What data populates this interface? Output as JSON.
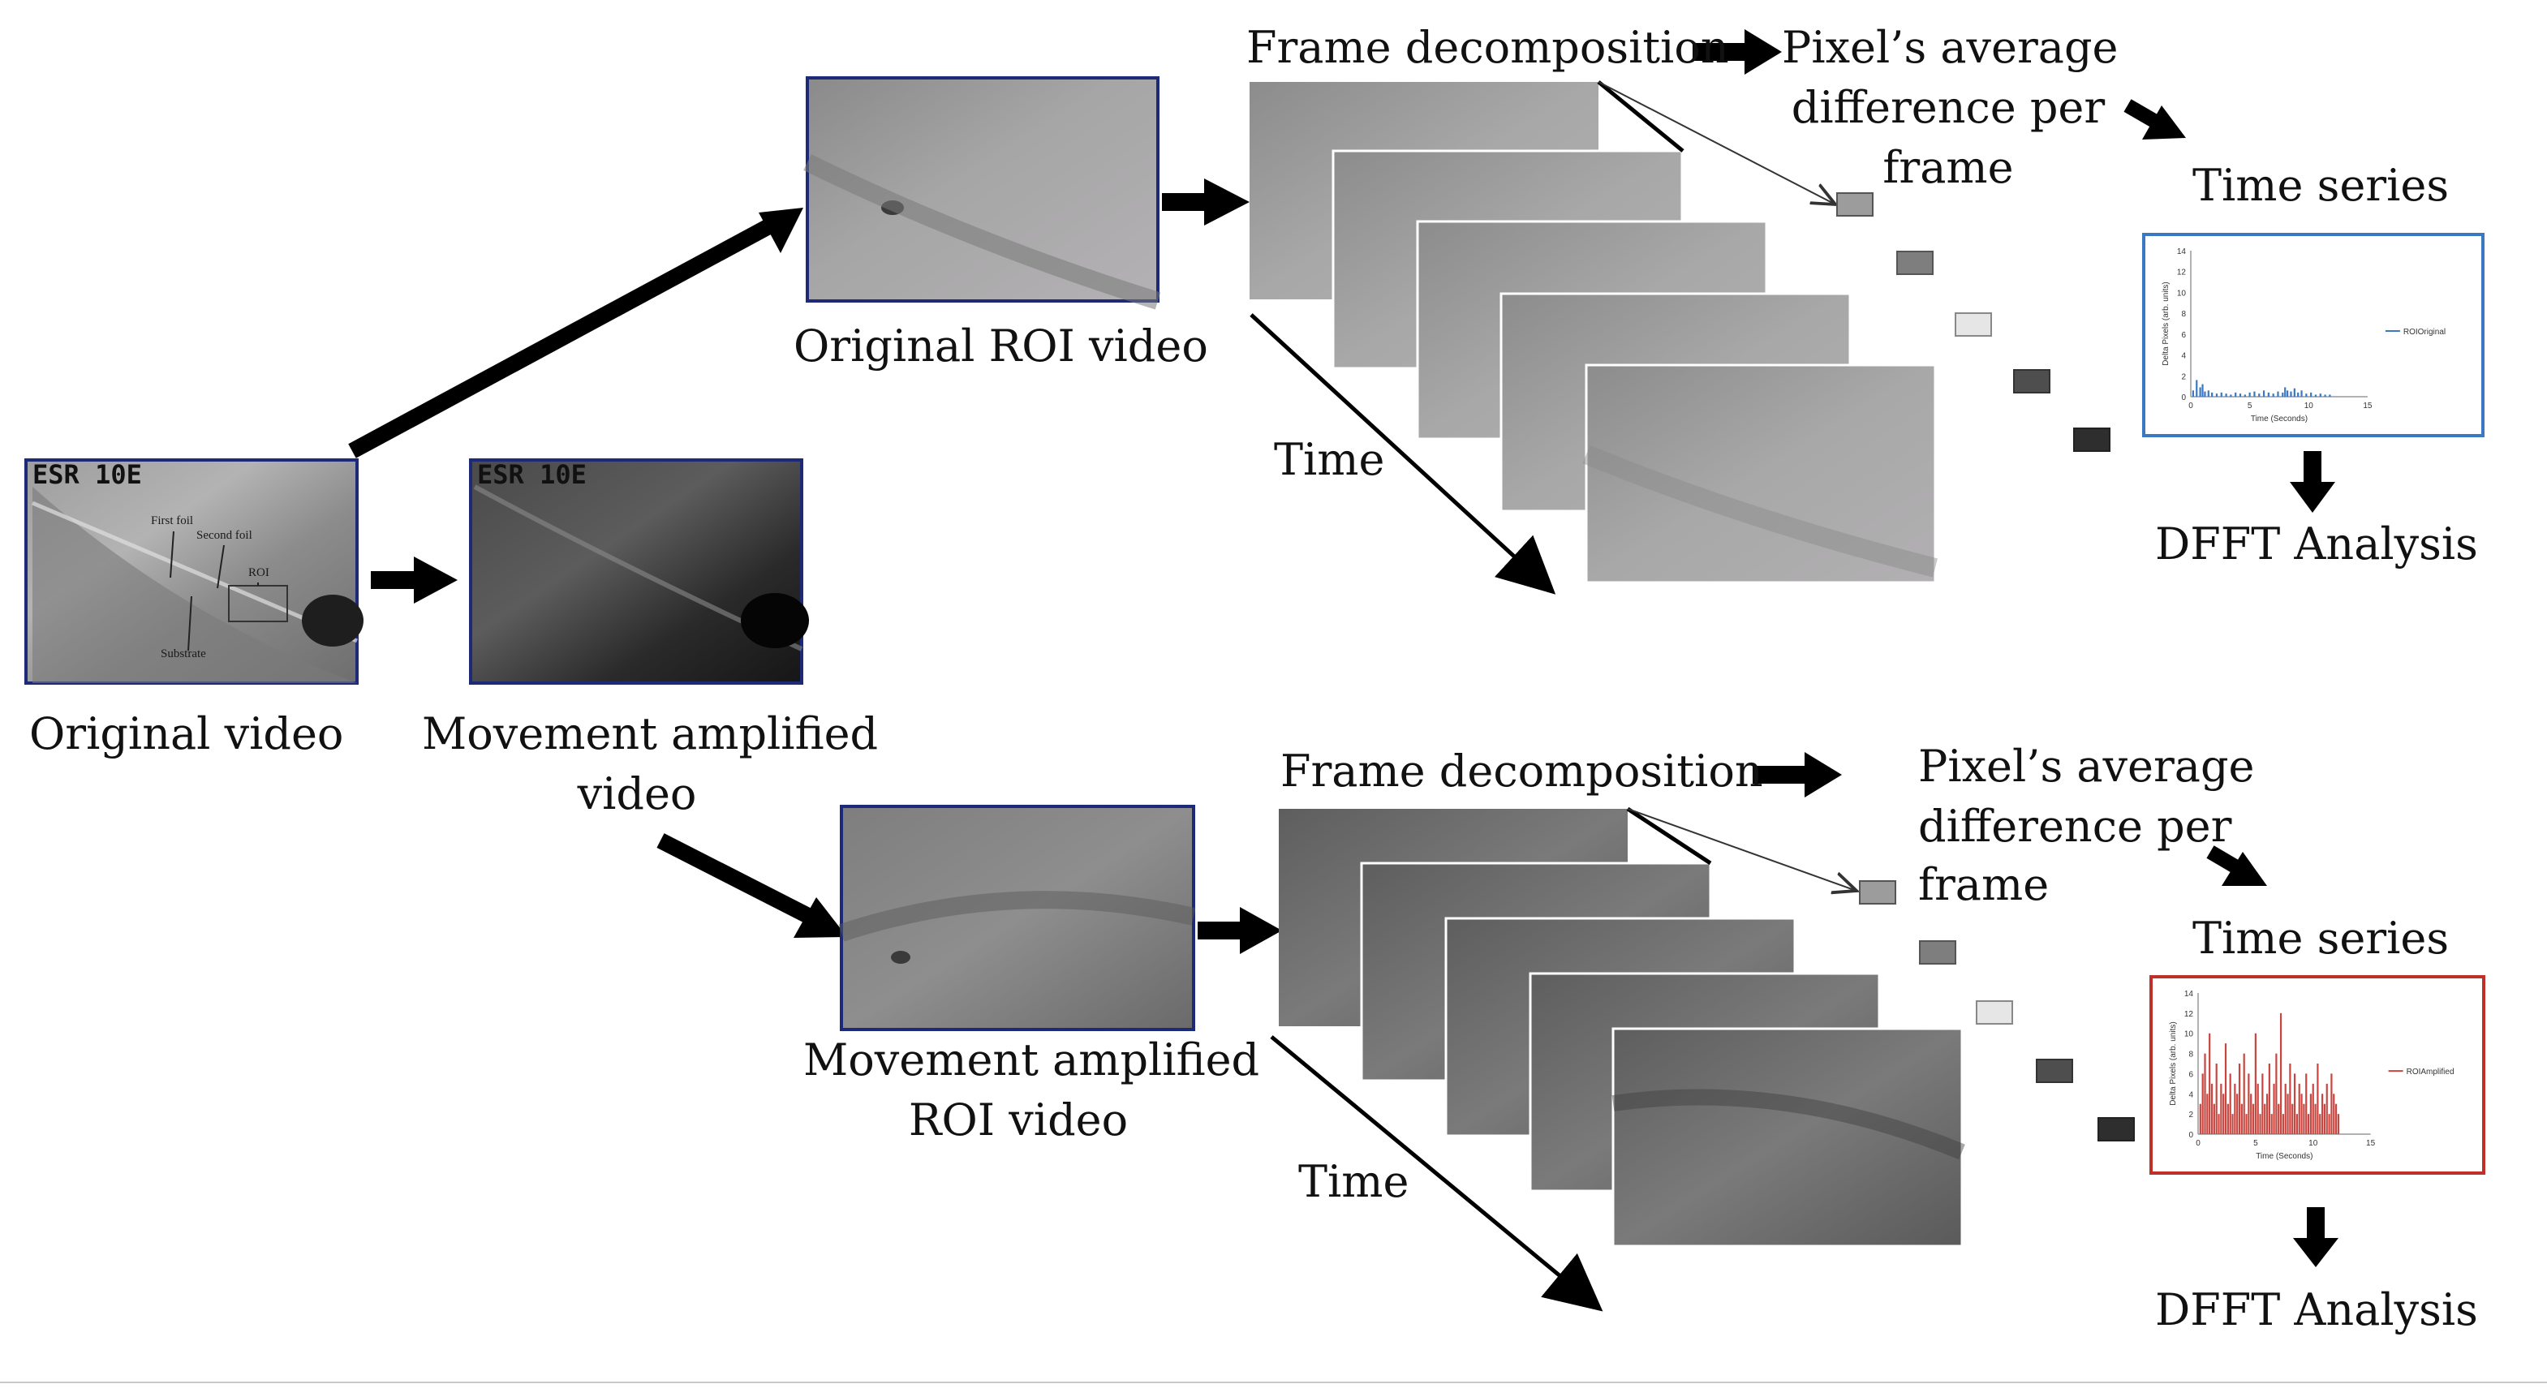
{
  "colors": {
    "frame_border": "#1c2a78",
    "arrow": "#000000",
    "chart_original_border": "#3b78c2",
    "chart_original_series": "#3a78c2",
    "chart_amplified_border": "#c0302b",
    "chart_amplified_series": "#c8463f"
  },
  "left": {
    "original_label": "Original video",
    "amplified_label_line1": "Movement amplified",
    "amplified_label_line2": "video",
    "annotations": {
      "first_foil": "First foil",
      "second_foil": "Second foil",
      "roi": "ROI",
      "substrate": "Substrate"
    },
    "overlay_text": "ESR 10E"
  },
  "top": {
    "roi_label": "Original ROI video",
    "frame_decomposition": "Frame decomposition",
    "time": "Time",
    "pixel_line1": "Pixel’s average",
    "pixel_line2": "difference per",
    "pixel_line3": "frame",
    "time_series": "Time series",
    "dfft": "DFFT Analysis"
  },
  "bottom": {
    "roi_label_line1": "Movement amplified",
    "roi_label_line2": "ROI video",
    "frame_decomposition": "Frame decomposition",
    "time": "Time",
    "pixel_line1": "Pixel’s average",
    "pixel_line2": "difference per",
    "pixel_line3": "frame",
    "time_series": "Time series",
    "dfft": "DFFT Analysis"
  },
  "chart_data": [
    {
      "type": "bar",
      "legend": "ROIOriginal",
      "xlabel": "Time (Seconds)",
      "ylabel": "Delta Pixels (arb. units)",
      "xlim": [
        0,
        15
      ],
      "ylim": [
        0,
        14
      ],
      "xticks": [
        0,
        5,
        10,
        15
      ],
      "yticks": [
        0,
        2,
        4,
        6,
        8,
        10,
        12,
        14
      ],
      "x": [
        0.2,
        0.5,
        0.8,
        1.0,
        1.2,
        1.5,
        1.8,
        2.2,
        2.6,
        3.0,
        3.4,
        3.8,
        4.2,
        4.6,
        5.0,
        5.4,
        5.8,
        6.2,
        6.6,
        7.0,
        7.4,
        7.8,
        8.0,
        8.2,
        8.5,
        8.8,
        9.1,
        9.4,
        9.8,
        10.2,
        10.6,
        11.0,
        11.4,
        11.8
      ],
      "y": [
        0.6,
        1.6,
        0.9,
        1.2,
        0.5,
        0.6,
        0.4,
        0.3,
        0.4,
        0.3,
        0.2,
        0.4,
        0.3,
        0.2,
        0.4,
        0.5,
        0.3,
        0.6,
        0.4,
        0.3,
        0.5,
        0.4,
        0.9,
        0.6,
        0.5,
        0.8,
        0.4,
        0.6,
        0.3,
        0.4,
        0.2,
        0.3,
        0.2,
        0.2
      ]
    },
    {
      "type": "bar",
      "legend": "ROIAmplified",
      "xlabel": "Time (Seconds)",
      "ylabel": "Delta Pixels (arb. units)",
      "xlim": [
        0,
        15
      ],
      "ylim": [
        0,
        14
      ],
      "xticks": [
        0,
        5,
        10,
        15
      ],
      "yticks": [
        0,
        2,
        4,
        6,
        8,
        10,
        12,
        14
      ],
      "x": [
        0.2,
        0.4,
        0.6,
        0.8,
        1.0,
        1.2,
        1.4,
        1.6,
        1.8,
        2.0,
        2.2,
        2.4,
        2.6,
        2.8,
        3.0,
        3.2,
        3.4,
        3.6,
        3.8,
        4.0,
        4.2,
        4.4,
        4.6,
        4.8,
        5.0,
        5.2,
        5.4,
        5.6,
        5.8,
        6.0,
        6.2,
        6.4,
        6.6,
        6.8,
        7.0,
        7.2,
        7.4,
        7.6,
        7.8,
        8.0,
        8.2,
        8.4,
        8.6,
        8.8,
        9.0,
        9.2,
        9.4,
        9.6,
        9.8,
        10.0,
        10.2,
        10.4,
        10.6,
        10.8,
        11.0,
        11.2,
        11.4,
        11.6,
        11.8,
        12.0,
        12.2
      ],
      "y": [
        3,
        6,
        8,
        4,
        10,
        5,
        3,
        7,
        2,
        5,
        4,
        9,
        3,
        6,
        2,
        5,
        4,
        7,
        3,
        8,
        2,
        6,
        4,
        3,
        10,
        5,
        2,
        6,
        3,
        4,
        7,
        2,
        5,
        8,
        3,
        12,
        2,
        5,
        4,
        7,
        3,
        6,
        2,
        5,
        4,
        3,
        6,
        2,
        4,
        5,
        3,
        7,
        2,
        4,
        3,
        5,
        2,
        6,
        4,
        3,
        2
      ]
    }
  ]
}
